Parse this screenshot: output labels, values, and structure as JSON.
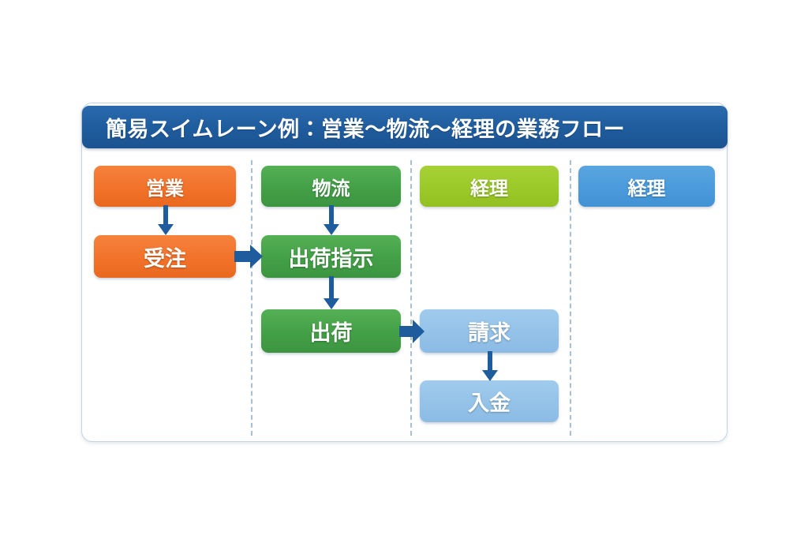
{
  "title": {
    "text": "簡易スイムレーン例：営業～物流～経理の業務フロー"
  },
  "colors": {
    "title_bar": "#1F5C9E",
    "frame_border": "#C5D4E3",
    "lane_divider": "#A8C0D4",
    "arrow": "#1F5C9E",
    "sales_orange": "#F2722B",
    "logistics_green": "#43A047",
    "accounting_yellowgreen": "#9CC929",
    "accounting_blue": "#4A9BDB",
    "step_lightblue": "#94C2E8"
  },
  "lanes": [
    {
      "id": "sales",
      "header": "営業",
      "header_color": "#F2722B",
      "steps": [
        {
          "id": "juchu",
          "label": "受注",
          "color": "#F2722B"
        }
      ]
    },
    {
      "id": "logistics",
      "header": "物流",
      "header_color": "#43A047",
      "steps": [
        {
          "id": "shukka-shiji",
          "label": "出荷指示",
          "color": "#43A047"
        },
        {
          "id": "shukka",
          "label": "出荷",
          "color": "#43A047"
        }
      ]
    },
    {
      "id": "accounting-1",
      "header": "経理",
      "header_color": "#9CC929",
      "steps": [
        {
          "id": "seikyu",
          "label": "請求",
          "color": "#94C2E8"
        },
        {
          "id": "nyukin",
          "label": "入金",
          "color": "#94C2E8"
        }
      ]
    },
    {
      "id": "accounting-2",
      "header": "経理",
      "header_color": "#4A9BDB",
      "steps": []
    }
  ],
  "connections": [
    {
      "id": "sales-header-to-juchu",
      "from": "営業",
      "to": "受注",
      "direction": "down"
    },
    {
      "id": "juchu-to-shukka-shiji",
      "from": "受注",
      "to": "出荷指示",
      "direction": "right"
    },
    {
      "id": "logistics-header-to-shiji",
      "from": "物流",
      "to": "出荷指示",
      "direction": "down"
    },
    {
      "id": "shiji-to-shukka",
      "from": "出荷指示",
      "to": "出荷",
      "direction": "down"
    },
    {
      "id": "shukka-to-seikyu",
      "from": "出荷",
      "to": "請求",
      "direction": "right"
    },
    {
      "id": "seikyu-to-nyukin",
      "from": "請求",
      "to": "入金",
      "direction": "down"
    }
  ]
}
